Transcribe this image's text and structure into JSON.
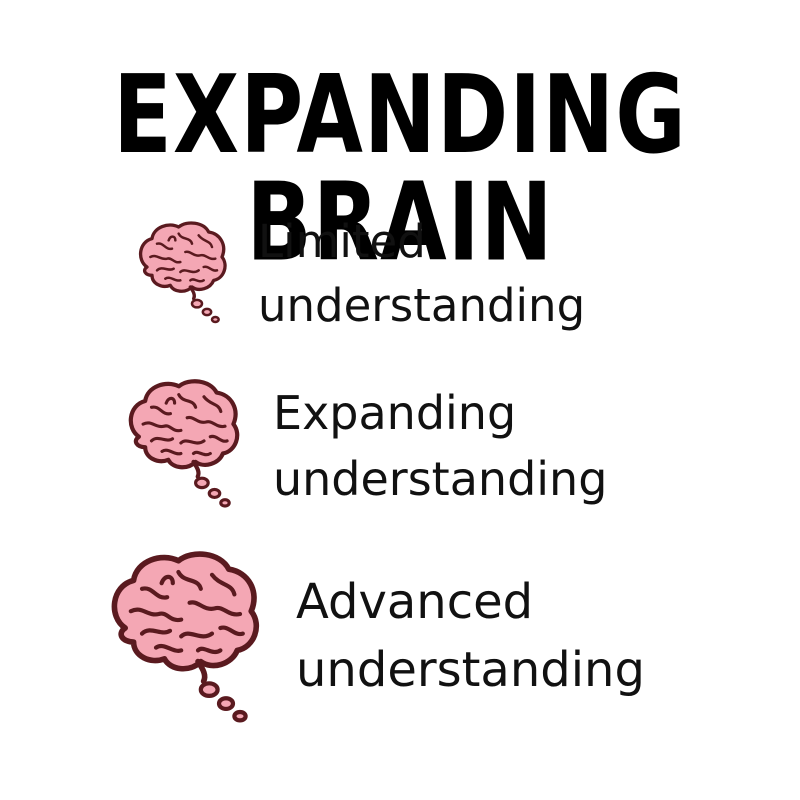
{
  "title": "EXPANDING BRAIN",
  "colors": {
    "text": "#111111",
    "brain_fill": "#f4a7b4",
    "brain_outline": "#5a1a1f"
  },
  "levels": [
    {
      "icon": "brain-icon",
      "line1": "Limited",
      "line2": "understanding"
    },
    {
      "icon": "brain-icon",
      "line1": "Expanding",
      "line2": "understanding"
    },
    {
      "icon": "brain-icon",
      "line1": "Advanced",
      "line2": "understanding"
    }
  ]
}
